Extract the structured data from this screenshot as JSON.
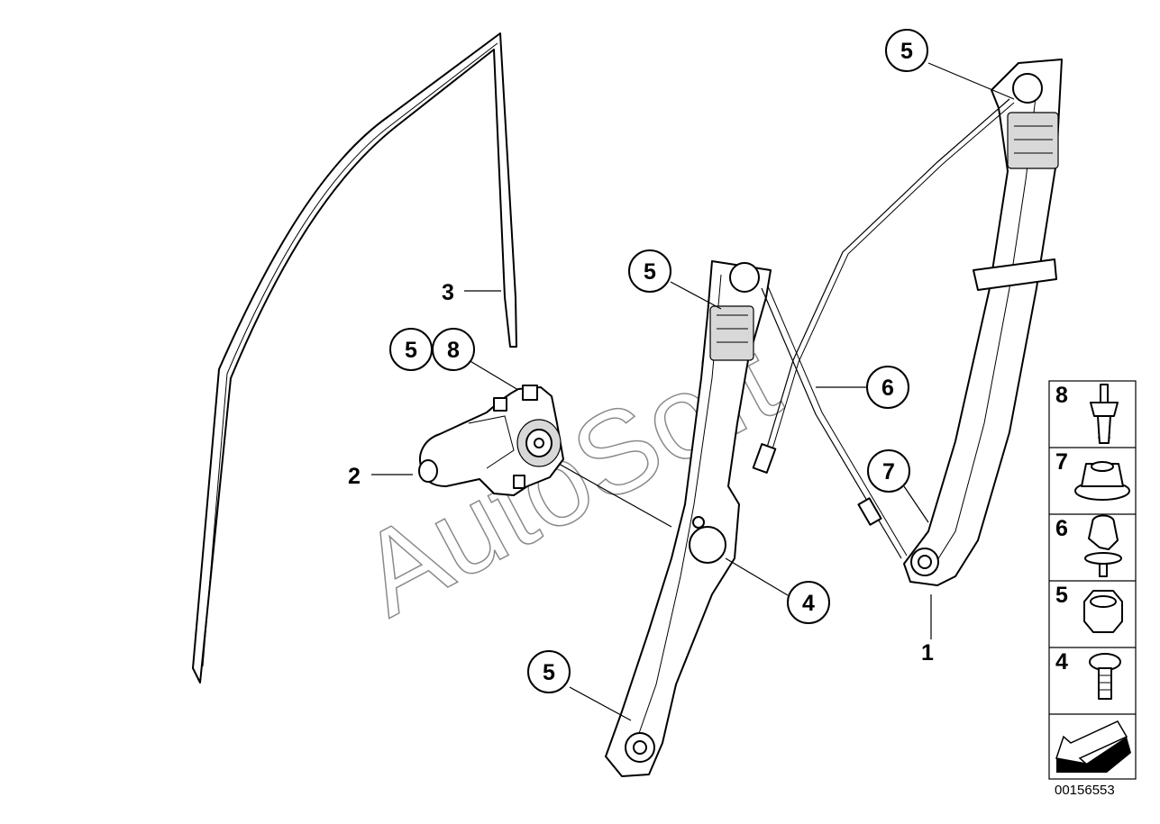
{
  "watermark": "AutoSoft",
  "callouts": {
    "c1": "1",
    "c2": "2",
    "c3": "3",
    "c4": "4",
    "c5a": "5",
    "c5b": "5",
    "c5c": "5",
    "c5d": "5",
    "c6": "6",
    "c7": "7",
    "c8": "8"
  },
  "legend": [
    {
      "number": "8",
      "icon": "bolt-with-clip-icon"
    },
    {
      "number": "7",
      "icon": "flange-nut-icon"
    },
    {
      "number": "6",
      "icon": "cable-clip-icon"
    },
    {
      "number": "5",
      "icon": "hex-nut-icon"
    },
    {
      "number": "4",
      "icon": "torx-screw-icon"
    }
  ],
  "navigation_icon": "arrow-back-icon",
  "diagram_number": "00156553"
}
